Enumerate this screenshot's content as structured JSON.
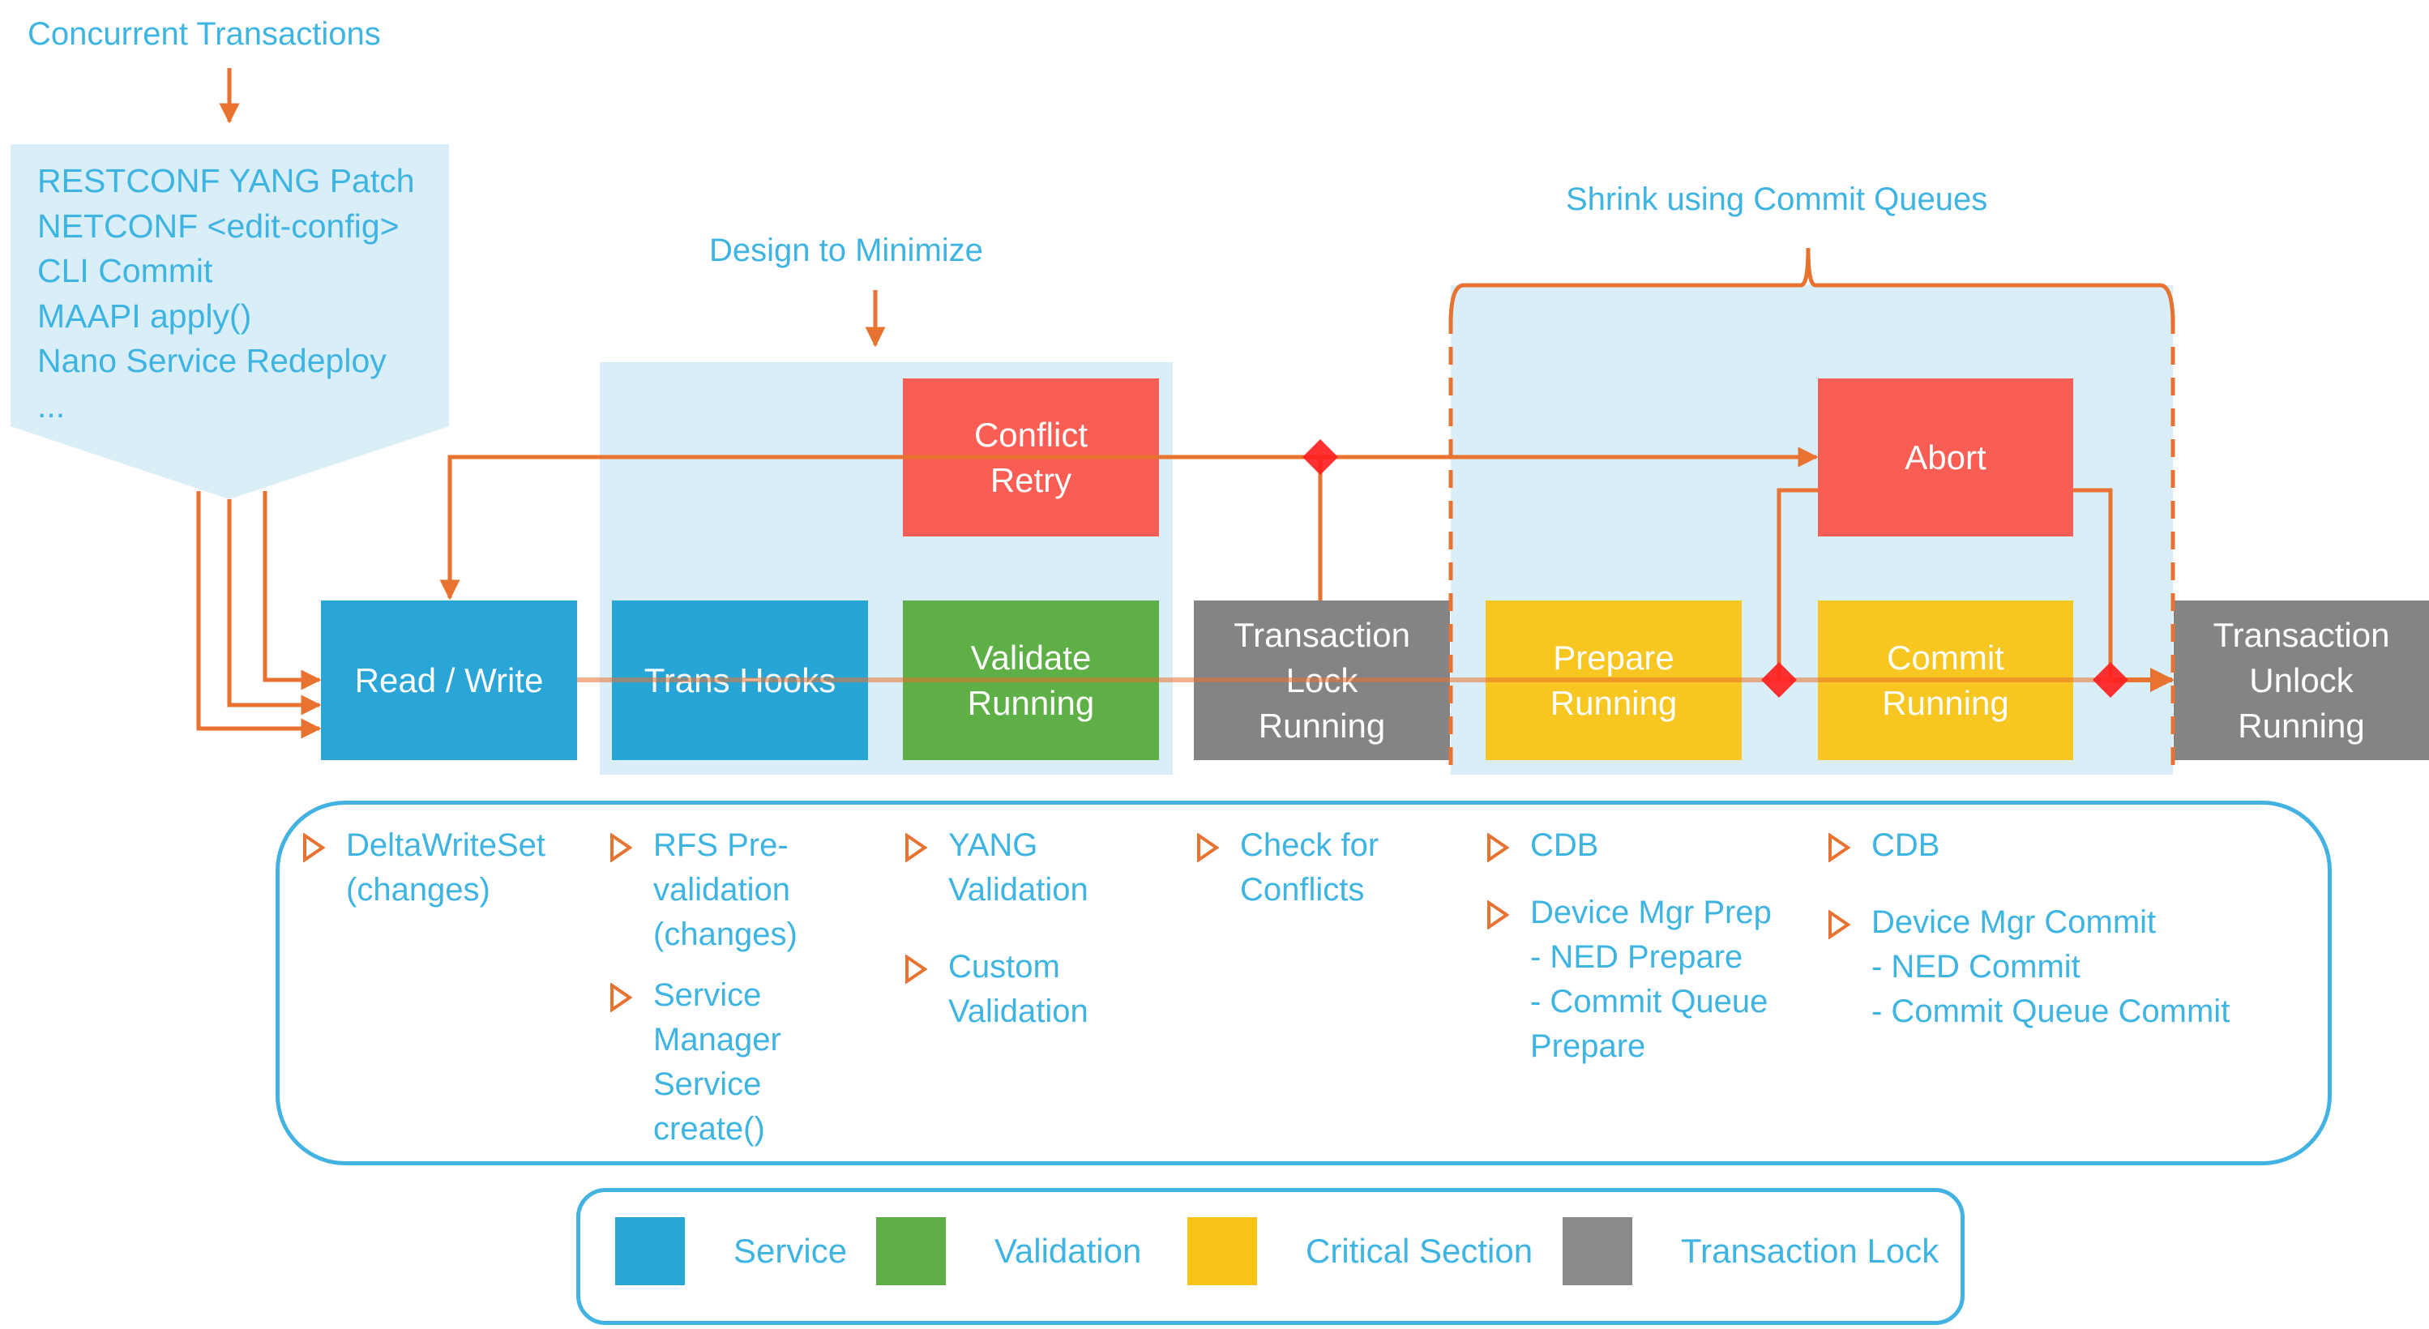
{
  "colors": {
    "service": "#22A2D6",
    "validation": "#5AAC40",
    "critical_section": "#F9C417",
    "transaction_lock": "#808080",
    "abort": "#FA584E",
    "panel": "#D9EEF7",
    "connector": "#E8722F",
    "decision": "#FF2020",
    "text": "#3EB4E2"
  },
  "header": {
    "concurrent_title": "Concurrent Transactions",
    "sources": [
      "RESTCONF YANG Patch",
      "NETCONF <edit-config>",
      "CLI Commit",
      "MAAPI apply()",
      "Nano Service Redeploy",
      "..."
    ]
  },
  "annotations": {
    "design_to_minimize": "Design to Minimize",
    "shrink_using_commit_queues": "Shrink using Commit Queues"
  },
  "stages": {
    "read_write": "Read / Write",
    "trans_hooks": "Trans Hooks",
    "validate": "Validate\nRunning",
    "lock": "Transaction\nLock\nRunning",
    "prepare": "Prepare\nRunning",
    "commit": "Commit\nRunning",
    "unlock": "Transaction\nUnlock\nRunning",
    "conflict_retry": "Conflict\nRetry",
    "abort": "Abort"
  },
  "details": {
    "read_write": [
      "DeltaWriteSet\n(changes)"
    ],
    "trans_hooks": [
      "RFS Pre-\nvalidation\n(changes)",
      "Service\nManager\nService\ncreate()"
    ],
    "validate": [
      "YANG\nValidation",
      "Custom\nValidation"
    ],
    "lock": [
      "Check for\nConflicts"
    ],
    "prepare": [
      "CDB",
      "Device Mgr Prep\n- NED Prepare\n- Commit Queue\nPrepare"
    ],
    "commit": [
      "CDB",
      "Device Mgr Commit\n- NED Commit\n- Commit Queue Commit"
    ]
  },
  "legend": [
    {
      "label": "Service",
      "color": "#29A7D9"
    },
    {
      "label": "Validation",
      "color": "#5DAE44"
    },
    {
      "label": "Critical Section",
      "color": "#F9C41A"
    },
    {
      "label": "Transaction Lock",
      "color": "#8A8A8A"
    }
  ]
}
